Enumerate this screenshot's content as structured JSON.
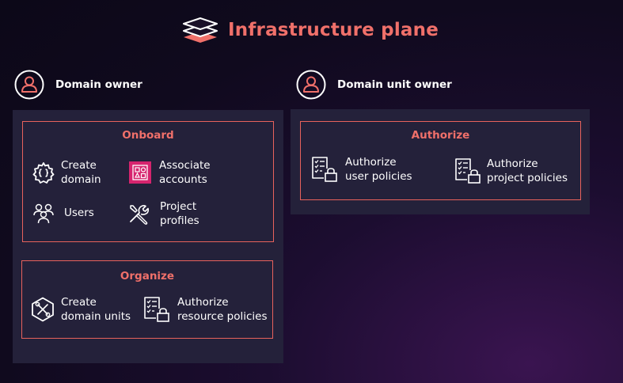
{
  "header": {
    "title": "Infrastructure plane",
    "icon": "layers-icon",
    "accent": "#f0706a"
  },
  "domain_owner": {
    "label": "Domain owner",
    "onboard": {
      "title": "Onboard",
      "items": [
        {
          "label": "Create\ndomain",
          "icon": "domain-icon"
        },
        {
          "label": "Associate\naccounts",
          "icon": "accounts-icon"
        },
        {
          "label": "Users",
          "icon": "users-icon"
        },
        {
          "label": "Project\nprofiles",
          "icon": "tools-icon"
        }
      ]
    },
    "organize": {
      "title": "Organize",
      "items": [
        {
          "label": "Create\ndomain units",
          "icon": "domain-units-icon"
        },
        {
          "label": "Authorize\nresource policies",
          "icon": "policy-lock-icon"
        }
      ]
    }
  },
  "domain_unit_owner": {
    "label": "Domain unit owner",
    "authorize": {
      "title": "Authorize",
      "items": [
        {
          "label": "Authorize\nuser policies",
          "icon": "policy-lock-icon"
        },
        {
          "label": "Authorize\nproject policies",
          "icon": "policy-lock-icon"
        }
      ]
    }
  }
}
